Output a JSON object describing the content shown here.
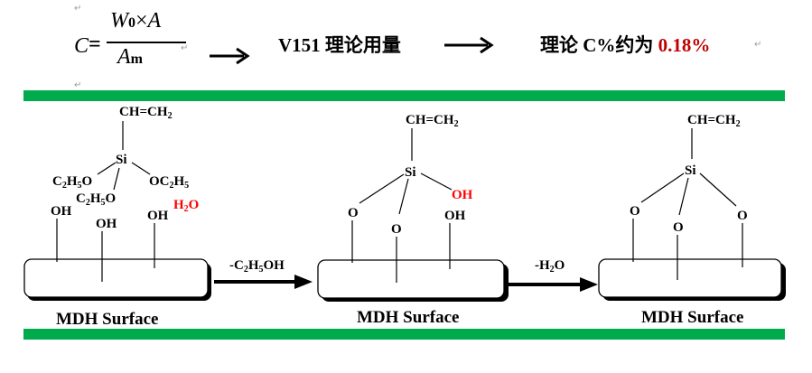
{
  "formula": {
    "lhs": "C",
    "equals": "=",
    "numerator_var": "W",
    "numerator_sub": "0",
    "times": "×",
    "numerator_var2": "A",
    "denominator_var": "A",
    "denominator_sub": "m"
  },
  "headline": {
    "step1": "V151 理论用量",
    "step2_prefix": "理论 C%约为 ",
    "step2_value": "0.18%",
    "value_color": "#c00000"
  },
  "paragraph_mark": "↵",
  "scheme": {
    "accent_color": "#00ab4e",
    "highlight_color": "#ff0000",
    "structure1": {
      "vinyl": "CH=CH",
      "vinyl_sub": "2",
      "si": "Si",
      "left_group": [
        "C",
        "2",
        "H",
        "5",
        "O"
      ],
      "right_group": [
        "OC",
        "2",
        "H",
        "5"
      ],
      "bottom_group": [
        "C",
        "2",
        "H",
        "5",
        "O"
      ],
      "hydroxyls": [
        "OH",
        "OH",
        "OH"
      ],
      "water": [
        "H",
        "2",
        "O"
      ],
      "surface_label": "MDH Surface"
    },
    "arrow1": {
      "label_parts": [
        "-C",
        "2",
        "H",
        "5",
        "OH"
      ]
    },
    "structure2": {
      "vinyl": "CH=CH",
      "vinyl_sub": "2",
      "si": "Si",
      "si_hydroxyl": "OH",
      "oxygens": [
        "O",
        "O"
      ],
      "surface_hydroxyl": "OH",
      "surface_label": "MDH Surface"
    },
    "arrow2": {
      "label_parts": [
        "-H",
        "2",
        "O"
      ]
    },
    "structure3": {
      "vinyl": "CH=CH",
      "vinyl_sub": "2",
      "si": "Si",
      "oxygens": [
        "O",
        "O",
        "O"
      ],
      "surface_label": "MDH Surface"
    }
  }
}
